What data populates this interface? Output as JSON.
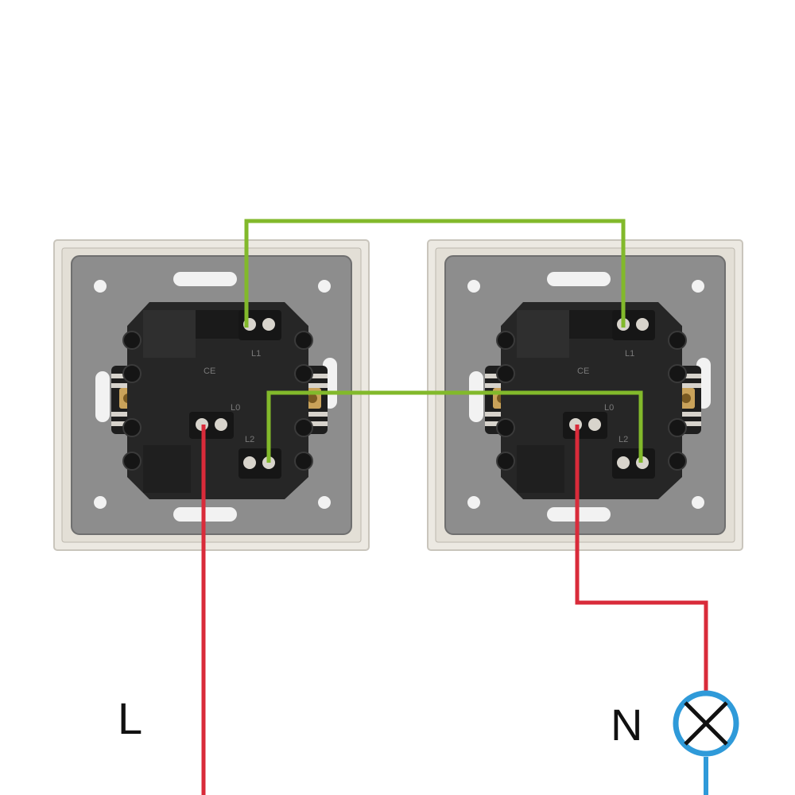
{
  "diagram": {
    "live_label": "L",
    "neutral_label": "N",
    "colors": {
      "live_wire": "#d92b3a",
      "traveler_wire": "#82b92b",
      "neutral_wire": "#2f9ad9",
      "frame": "#e9e6df",
      "plate": "#8a8a8a",
      "body": "#2b2b2b"
    },
    "switch_left": {
      "ce_mark": "CE",
      "terminals": [
        "L0",
        "L1",
        "L2"
      ]
    },
    "switch_right": {
      "ce_mark": "CE",
      "terminals": [
        "L0",
        "L1",
        "L2"
      ]
    },
    "lamp": {
      "icon": "lamp-cross-icon"
    }
  }
}
